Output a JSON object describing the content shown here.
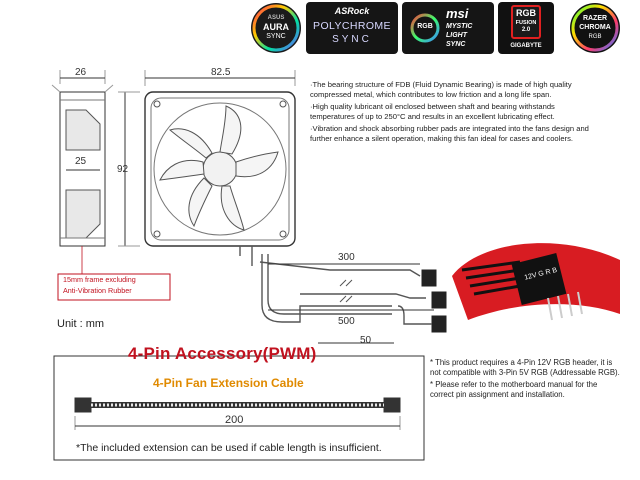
{
  "logos": {
    "aura_line1": "AURA",
    "aura_line2": "SYNC",
    "asrock_brand": "ASRock",
    "asrock_line1": "POLYCHROME",
    "asrock_line2": "SYNC",
    "msi_rgb": "RGB",
    "msi_brand": "msi",
    "msi_line1": "MYSTIC",
    "msi_line2": "LIGHT",
    "msi_line3": "SYNC",
    "gigabyte_rgb": "RGB",
    "gigabyte_line1": "FUSION",
    "gigabyte_line2": "2.0",
    "gigabyte_brand": "GIGABYTE",
    "razer_line1": "RAZER",
    "razer_line2": "CHROMA",
    "razer_line3": "RGB"
  },
  "dimensions": {
    "depth": "26",
    "width": "82.5",
    "height": "92",
    "inner": "25",
    "cable_300": "300",
    "cable_500": "500",
    "cable_50": "50",
    "ext_200": "200"
  },
  "callout": {
    "line1": "15mm frame excluding",
    "line2": "Anti-Vibration Rubber"
  },
  "unit_label": "Unit : mm",
  "notes_top": [
    "·The bearing structure of FDB (Fluid Dynamic Bearing) is made of high quality compressed metal, which contributes to low friction and a long life span.",
    "·High quality lubricant oil enclosed between shaft and bearing withstands temperatures of up to 250°C and results in an excellent lubricating effect.",
    "·Vibration and shock absorbing rubber pads are integrated into the fans design and further enhance a silent operation, making this fan ideal for cases and coolers."
  ],
  "accessory_title": "4-Pin Accessory(PWM)",
  "extension_title": "4-Pin Fan Extension Cable",
  "extension_note": "*The included extension can be used if cable length is insufficient.",
  "notes_bottom": [
    "* This product requires a 4-Pin 12V RGB header, it is not compatible with 3-Pin 5V RGB (Addressable RGB).",
    "* Please refer to the motherboard manual for the correct pin assignment and installation."
  ],
  "connector_label": "12V G R B",
  "colors": {
    "accent_red": "#c1121f",
    "accent_orange": "#e08a00"
  }
}
